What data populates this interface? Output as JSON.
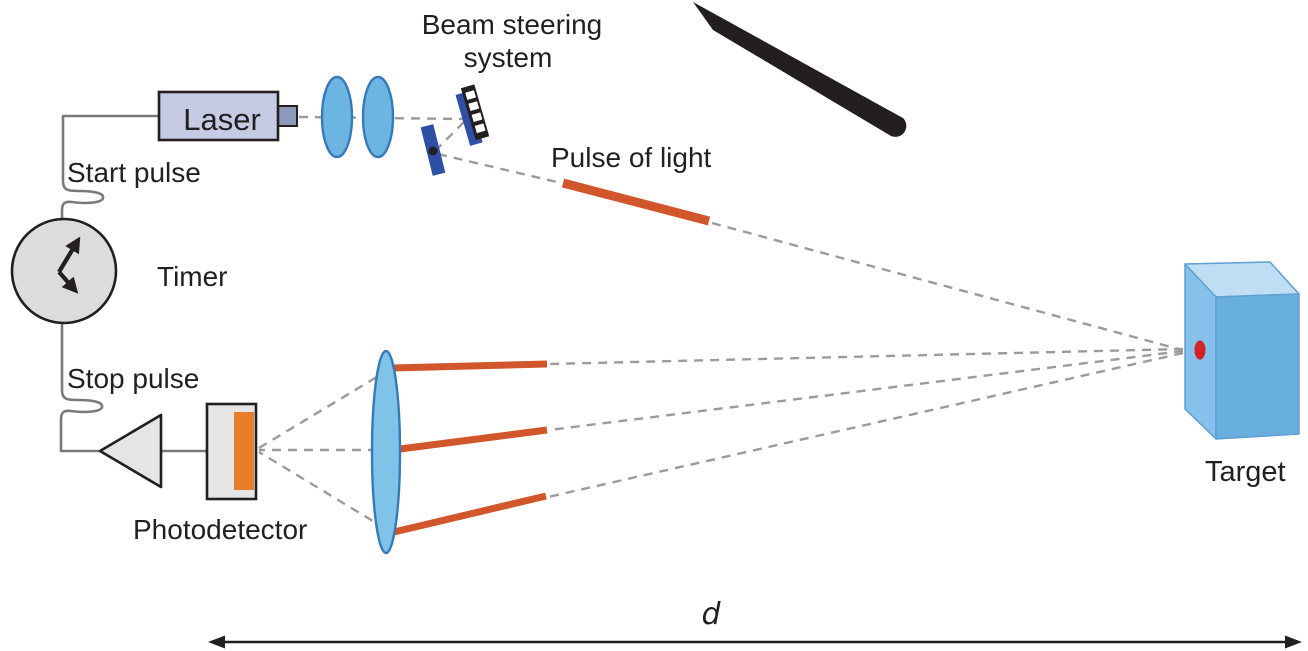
{
  "diagram": {
    "description": "Laser time-of-flight rangefinder (lidar) schematic",
    "labels": {
      "beam_steering": {
        "line1": "Beam steering",
        "line2": "system"
      },
      "pulse_of_light": "Pulse of light",
      "laser": "Laser",
      "start_pulse": "Start pulse",
      "timer": "Timer",
      "stop_pulse": "Stop pulse",
      "photodetector": "Photodetector",
      "target": "Target",
      "distance": "d"
    },
    "colors": {
      "pulse_orange": "#d2562c",
      "detector_orange": "#e87d2a",
      "lens_blue": "#6cb4e2",
      "receiver_lens_blue": "#7fc4e8",
      "mirror_blue": "#2e4fa3",
      "laser_fill": "#c5cbe2",
      "laser_nozzle": "#8d99ba",
      "timer_fill": "#dcdcdc",
      "component_gray": "#e5e5e5",
      "target_top": "#bfdef4",
      "target_side": "#85c1ea",
      "target_front": "#68aede",
      "target_dot_red": "#d42127",
      "wire_gray": "#7a7a7a",
      "beam_dash_gray": "#9b9b9b",
      "ink": "#231f20"
    }
  }
}
